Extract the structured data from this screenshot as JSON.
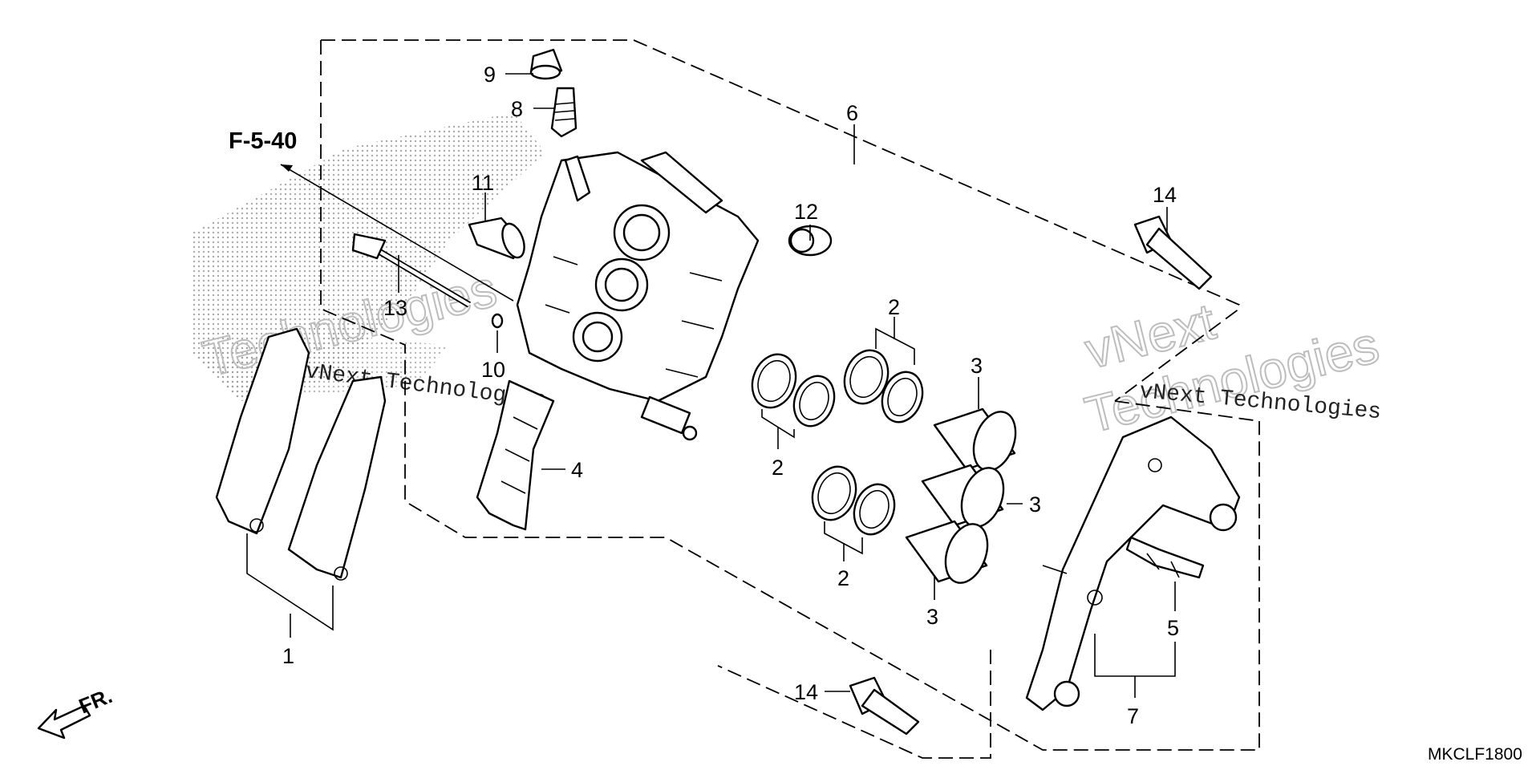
{
  "diagram": {
    "reference_code": "F-5-40",
    "front_indicator": "FR.",
    "catalog_code": "MKCLF1800",
    "watermark": {
      "line1": "vNext",
      "line2": "Technologies",
      "caption": "vNext Technologies"
    },
    "callouts": [
      {
        "id": "c1",
        "label": "1"
      },
      {
        "id": "c2a",
        "label": "2"
      },
      {
        "id": "c2b",
        "label": "2"
      },
      {
        "id": "c2c",
        "label": "2"
      },
      {
        "id": "c3a",
        "label": "3"
      },
      {
        "id": "c3b",
        "label": "3"
      },
      {
        "id": "c3c",
        "label": "3"
      },
      {
        "id": "c4",
        "label": "4"
      },
      {
        "id": "c5",
        "label": "5"
      },
      {
        "id": "c6",
        "label": "6"
      },
      {
        "id": "c7",
        "label": "7"
      },
      {
        "id": "c8",
        "label": "8"
      },
      {
        "id": "c9",
        "label": "9"
      },
      {
        "id": "c10",
        "label": "10"
      },
      {
        "id": "c11",
        "label": "11"
      },
      {
        "id": "c12",
        "label": "12"
      },
      {
        "id": "c13",
        "label": "13"
      },
      {
        "id": "c14a",
        "label": "14"
      },
      {
        "id": "c14b",
        "label": "14"
      }
    ]
  }
}
